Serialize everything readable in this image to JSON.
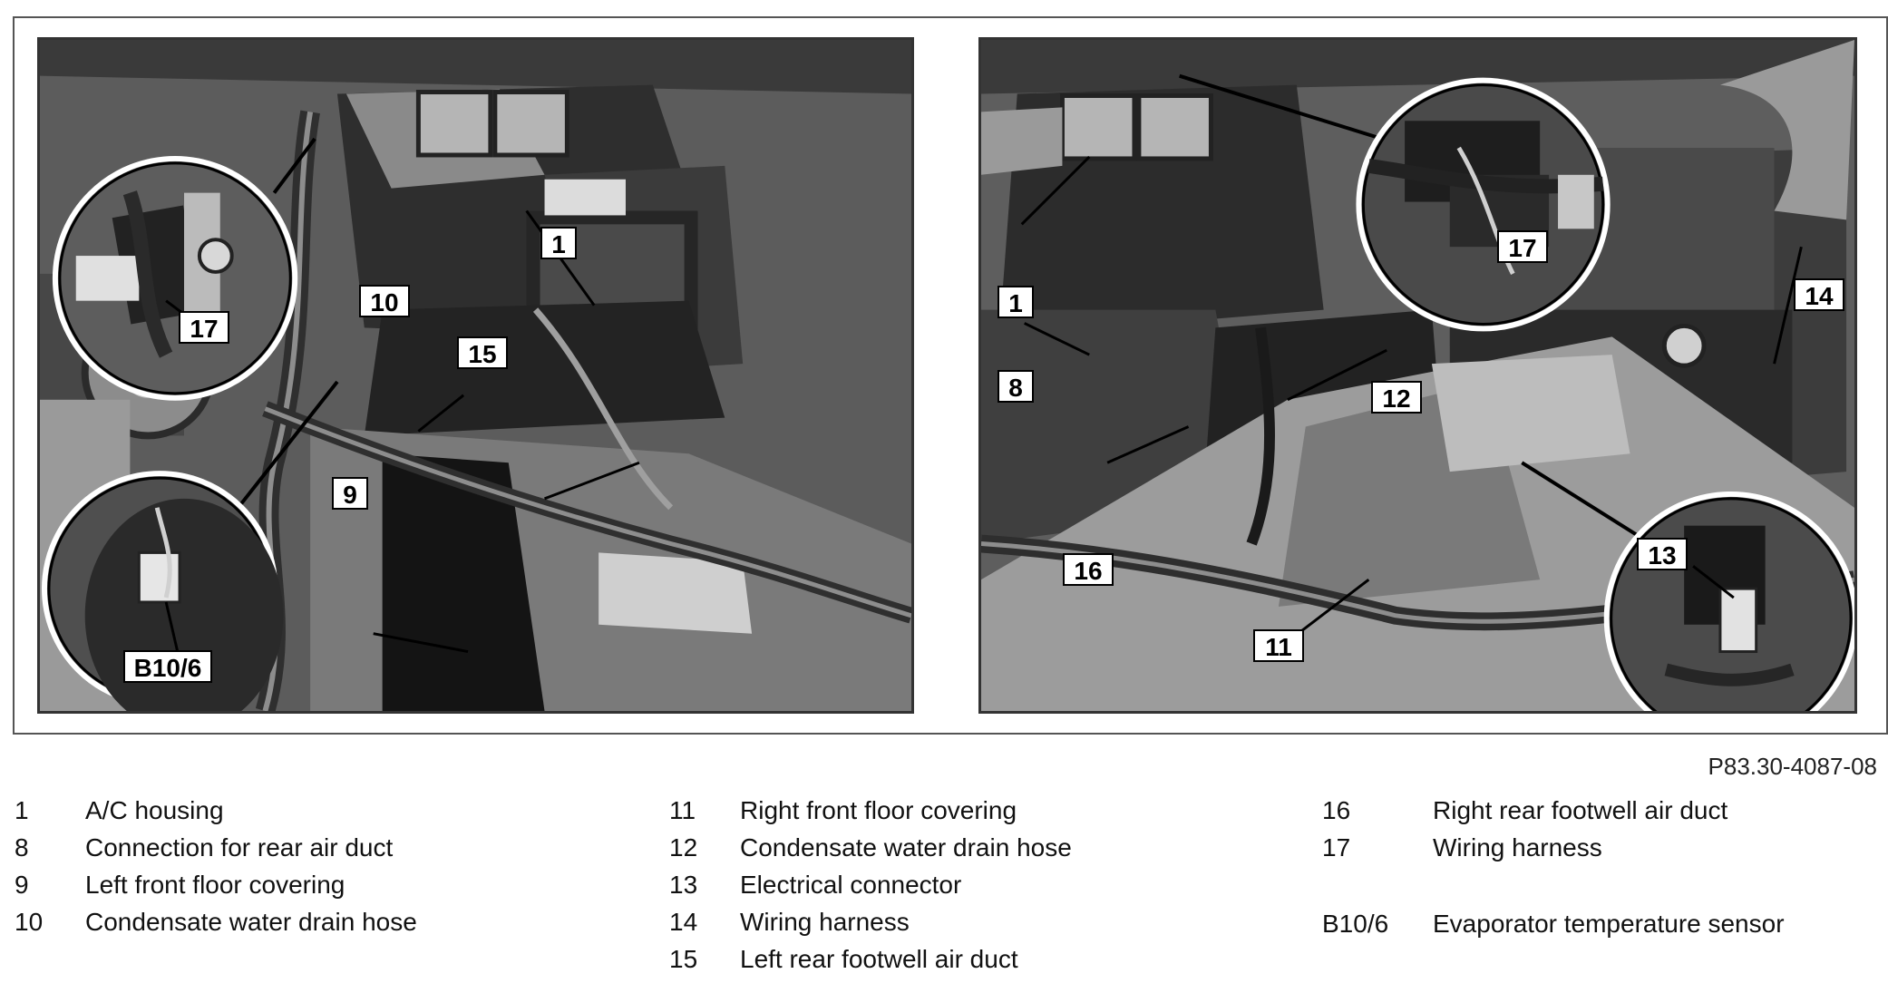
{
  "figure": {
    "code": "P83.30-4087-08",
    "left_photo_callouts": [
      "1",
      "10",
      "15",
      "9",
      "17",
      "B10/6"
    ],
    "right_photo_callouts": [
      "1",
      "8",
      "12",
      "16",
      "11",
      "17",
      "14",
      "13"
    ]
  },
  "legend": {
    "column1": [
      {
        "num": "1",
        "text": "A/C housing"
      },
      {
        "num": "8",
        "text": "Connection for rear air duct"
      },
      {
        "num": "9",
        "text": "Left front floor covering"
      },
      {
        "num": "10",
        "text": "Condensate water drain hose"
      }
    ],
    "column2": [
      {
        "num": "11",
        "text": "Right front floor covering"
      },
      {
        "num": "12",
        "text": "Condensate water drain hose"
      },
      {
        "num": "13",
        "text": "Electrical connector"
      },
      {
        "num": "14",
        "text": "Wiring harness"
      },
      {
        "num": "15",
        "text": "Left rear footwell air duct"
      }
    ],
    "column3": [
      {
        "num": "16",
        "text": "Right rear footwell air duct"
      },
      {
        "num": "17",
        "text": "Wiring harness"
      },
      {
        "num": "B10/6",
        "text": "Evaporator temperature sensor"
      }
    ]
  }
}
